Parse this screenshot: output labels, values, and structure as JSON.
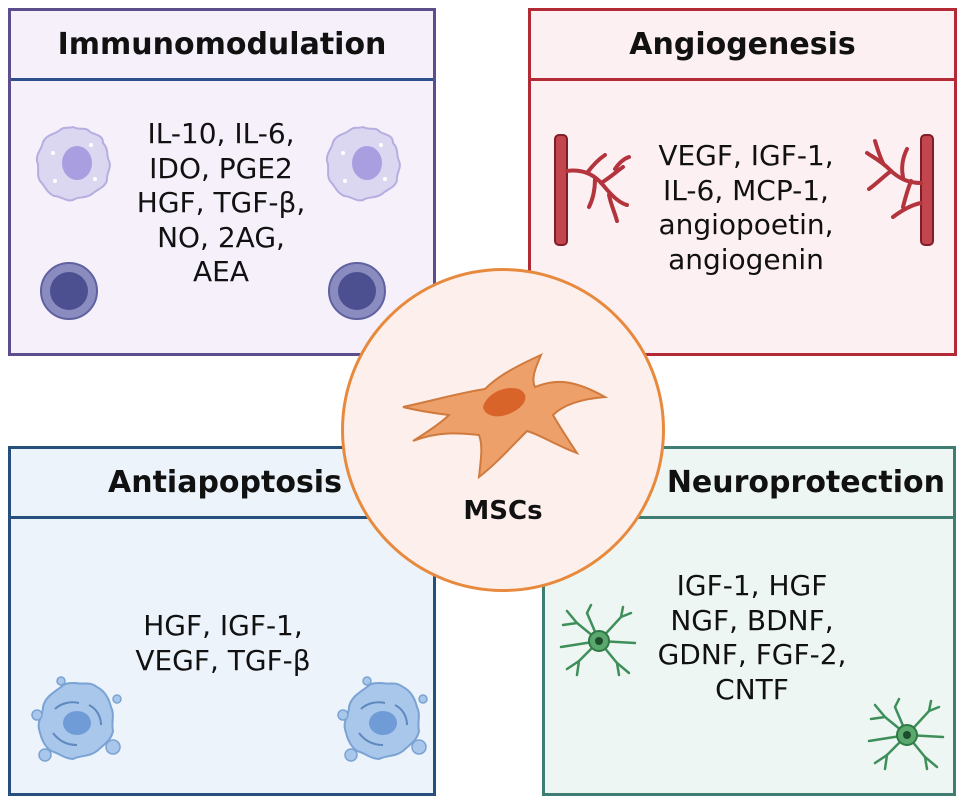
{
  "center": {
    "label": "MSCs"
  },
  "panels": {
    "immunomodulation": {
      "title": "Immunomodulation",
      "factors": [
        "IL-10, IL-6,",
        "IDO, PGE2",
        "HGF, TGF-β,",
        "NO, 2AG,",
        "AEA"
      ]
    },
    "angiogenesis": {
      "title": "Angiogenesis",
      "factors": [
        "VEGF, IGF-1,",
        "IL-6, MCP-1,",
        "angiopoetin,",
        "angiogenin"
      ]
    },
    "antiapoptosis": {
      "title": "Antiapoptosis",
      "factors": [
        "HGF, IGF-1,",
        "VEGF, TGF-β"
      ]
    },
    "neuroprotection": {
      "title": "Neuroprotection",
      "factors": [
        "IGF-1, HGF",
        "NGF, BDNF,",
        "GDNF, FGF-2,",
        "CNTF"
      ]
    }
  },
  "colors": {
    "immunomodulation": "#5e4d8c",
    "angiogenesis": "#b22a35",
    "antiapoptosis": "#264f7c",
    "neuroprotection": "#3f7d73",
    "msc": "#e88a3e"
  },
  "icons": {
    "immunomodulation": [
      "macrophage-icon",
      "lymphocyte-icon"
    ],
    "angiogenesis": [
      "blood-vessel-icon"
    ],
    "antiapoptosis": [
      "apoptotic-cell-icon"
    ],
    "neuroprotection": [
      "neuron-icon"
    ],
    "center": [
      "stem-cell-icon"
    ]
  }
}
